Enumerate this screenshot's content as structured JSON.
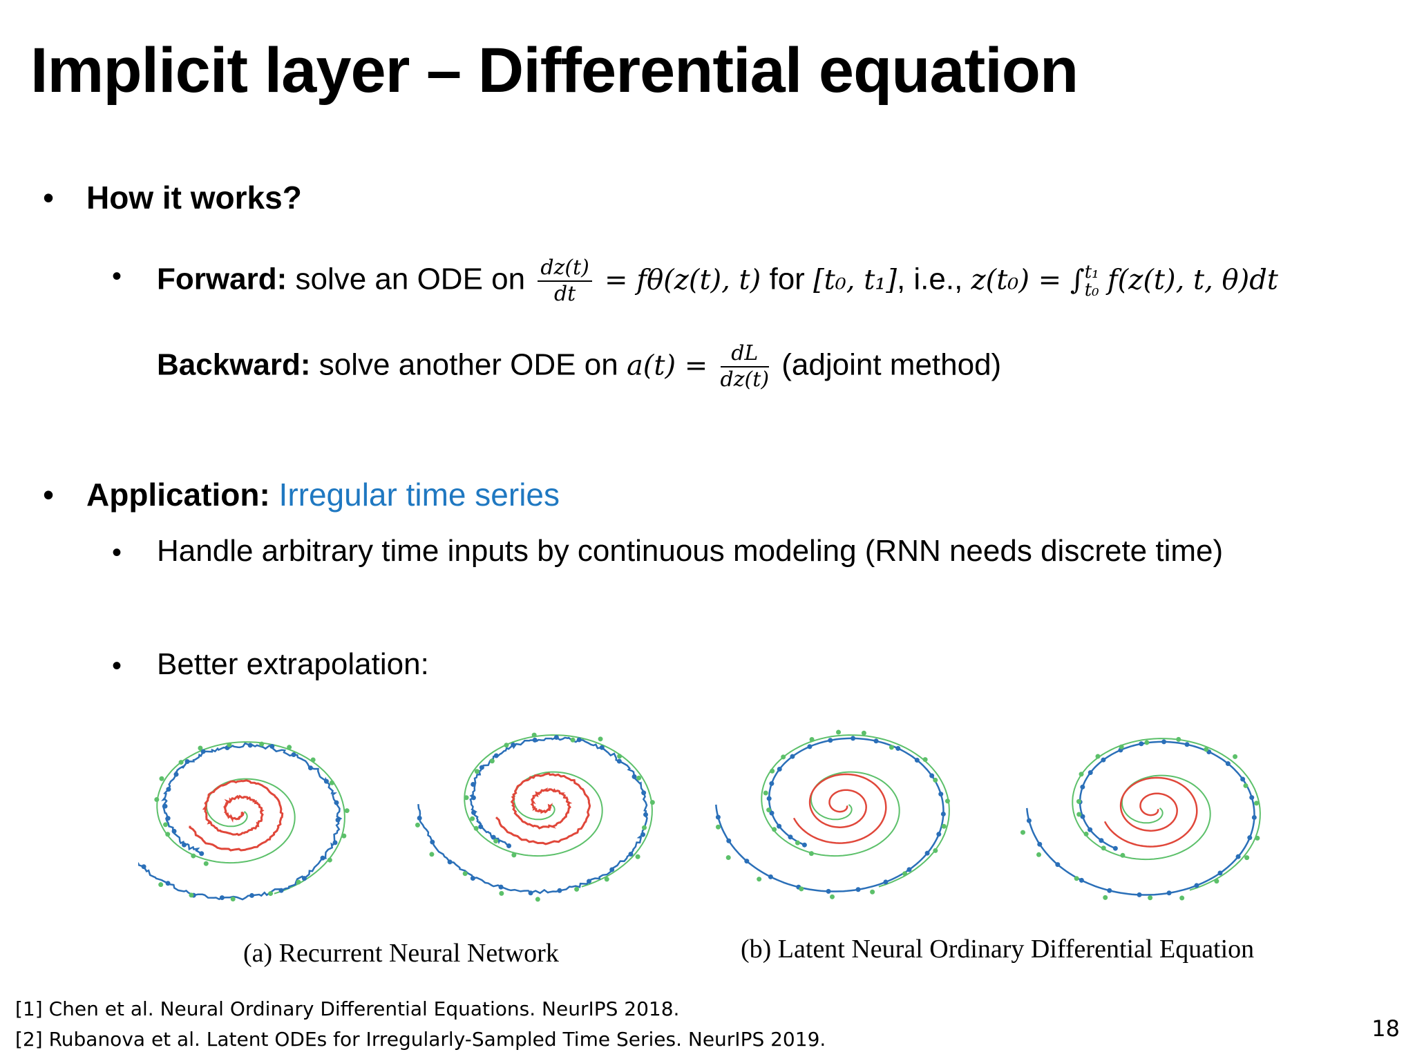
{
  "slide": {
    "title": "Implicit layer – Differential equation",
    "page_number": "18"
  },
  "how": {
    "heading": "How it works?",
    "forward": {
      "label": "Forward:",
      "text1": "solve an ODE on",
      "frac_num": "dz(t)",
      "frac_den": "dt",
      "eq1": "= fθ(z(t), t)",
      "text2": "for",
      "interval": "[t₀, t₁]",
      "text3": ", i.e.,",
      "eq2": "z(t₀) = ∫",
      "int_upper": "t₁",
      "int_lower": "t₀",
      "eq3": "f(z(t), t, θ)dt"
    },
    "backward": {
      "label": "Backward:",
      "text1": "solve another ODE on",
      "eq1": "a(t) =",
      "frac_num": "dL",
      "frac_den": "dz(t)",
      "text2": "(adjoint method)"
    }
  },
  "application": {
    "label": "Application:",
    "value": "Irregular time series",
    "point1": "Handle arbitrary time inputs by continuous modeling (RNN needs discrete time)",
    "point2": "Better extrapolation:"
  },
  "figure": {
    "caption_a": "(a) Recurrent Neural Network",
    "caption_b": "(b) Latent Neural Ordinary Differential Equation"
  },
  "references": [
    "[1] Chen et al. Neural Ordinary Differential Equations. NeurIPS 2018.",
    "[2] Rubanova et al. Latent ODEs for Irregularly-Sampled Time Series. NeurIPS 2019."
  ],
  "colors": {
    "accent_blue": "#1f78c1",
    "spiral_red": "#e0473a",
    "spiral_green": "#5cc06a",
    "spiral_blue": "#2a6fb8"
  }
}
